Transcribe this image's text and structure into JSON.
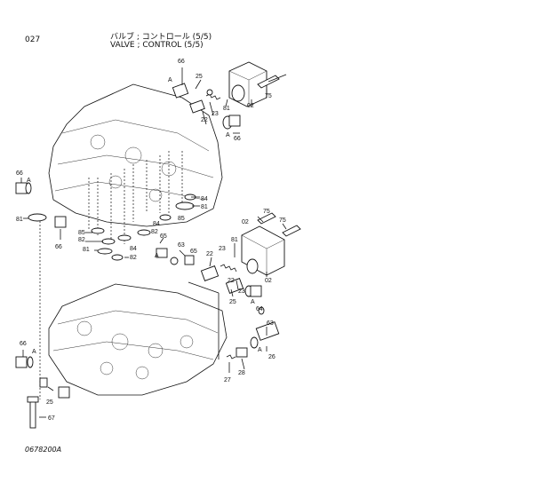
{
  "header": {
    "page_number": "027",
    "title_jp": "バルブ ; コントロール (5/5)",
    "title_en": "VALVE ; CONTROL (5/5)"
  },
  "figure_code": "0678200A",
  "callouts": [
    {
      "id": "c66a",
      "text": "66"
    },
    {
      "id": "c25a",
      "text": "25"
    },
    {
      "id": "cAa",
      "text": "A"
    },
    {
      "id": "c23a",
      "text": "23"
    },
    {
      "id": "c22a",
      "text": "22"
    },
    {
      "id": "c81a",
      "text": "81"
    },
    {
      "id": "c02a",
      "text": "02"
    },
    {
      "id": "c75a",
      "text": "75"
    },
    {
      "id": "cAb",
      "text": "A"
    },
    {
      "id": "c66b",
      "text": "66"
    },
    {
      "id": "c66c",
      "text": "66"
    },
    {
      "id": "cAc",
      "text": "A"
    },
    {
      "id": "c81b",
      "text": "81"
    },
    {
      "id": "c66d",
      "text": "66"
    },
    {
      "id": "c84a",
      "text": "84"
    },
    {
      "id": "c81c",
      "text": "81"
    },
    {
      "id": "c85a",
      "text": "85"
    },
    {
      "id": "c84b",
      "text": "84"
    },
    {
      "id": "c82a",
      "text": "82"
    },
    {
      "id": "c85b",
      "text": "85"
    },
    {
      "id": "c84c",
      "text": "84"
    },
    {
      "id": "c82b",
      "text": "82"
    },
    {
      "id": "c81d",
      "text": "81"
    },
    {
      "id": "c82c",
      "text": "82"
    },
    {
      "id": "c65a",
      "text": "65"
    },
    {
      "id": "c63a",
      "text": "63"
    },
    {
      "id": "cAd",
      "text": "A"
    },
    {
      "id": "c65b",
      "text": "65"
    },
    {
      "id": "c22b",
      "text": "22"
    },
    {
      "id": "c23b",
      "text": "23"
    },
    {
      "id": "c81e",
      "text": "81"
    },
    {
      "id": "c02b",
      "text": "02"
    },
    {
      "id": "c75b",
      "text": "75"
    },
    {
      "id": "c75c",
      "text": "75"
    },
    {
      "id": "c02c",
      "text": "02"
    },
    {
      "id": "c22c",
      "text": "22"
    },
    {
      "id": "c23c",
      "text": "23"
    },
    {
      "id": "c25b",
      "text": "25"
    },
    {
      "id": "cAe",
      "text": "A"
    },
    {
      "id": "c64a",
      "text": "64"
    },
    {
      "id": "c63b",
      "text": "63"
    },
    {
      "id": "cAf",
      "text": "A"
    },
    {
      "id": "c26a",
      "text": "26"
    },
    {
      "id": "c28a",
      "text": "28"
    },
    {
      "id": "c27a",
      "text": "27"
    },
    {
      "id": "c66e",
      "text": "66"
    },
    {
      "id": "cAg",
      "text": "A"
    },
    {
      "id": "c25c",
      "text": "25"
    },
    {
      "id": "c67a",
      "text": "67"
    }
  ]
}
